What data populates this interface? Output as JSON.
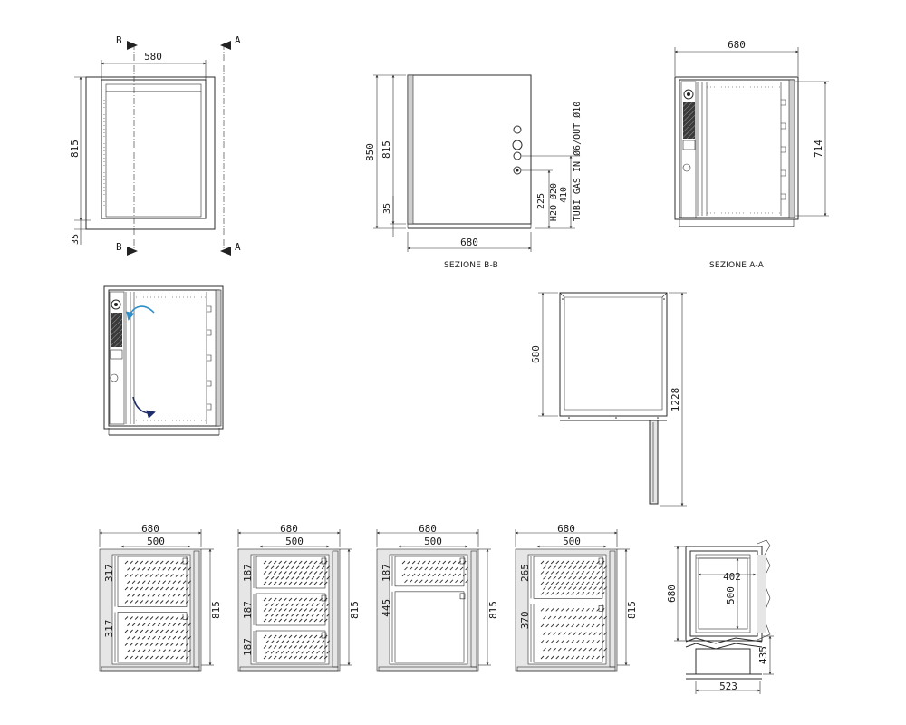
{
  "view_front": {
    "width": "580",
    "height": "815",
    "base": "35",
    "section_b_top": "B",
    "section_b_bottom": "B",
    "section_a_top": "A",
    "section_a_bottom": "A"
  },
  "section_bb": {
    "caption": "SEZIONE B-B",
    "total_height": "850",
    "body_height": "815",
    "base": "35",
    "depth": "680",
    "h2o_height": "225",
    "h2o_label": "H2O Ø20",
    "gas_height": "410",
    "gas_label": "TUBI GAS IN Ø6/OUT Ø10"
  },
  "section_aa": {
    "caption": "SEZIONE A-A",
    "width": "680",
    "height": "714"
  },
  "door_plan": {
    "depth": "680",
    "open_reach": "1228"
  },
  "drawer_configs": [
    {
      "width": "680",
      "inner": "500",
      "height": "815",
      "drawers": [
        "317",
        "317"
      ]
    },
    {
      "width": "680",
      "inner": "500",
      "height": "815",
      "drawers": [
        "187",
        "187",
        "187"
      ]
    },
    {
      "width": "680",
      "inner": "500",
      "height": "815",
      "drawers": [
        "187",
        "445"
      ]
    },
    {
      "width": "680",
      "inner": "500",
      "height": "815",
      "drawers": [
        "265",
        "370"
      ]
    }
  ],
  "drawer_side": {
    "depth": "680",
    "inner_depth": "402",
    "drawer_depth": "500",
    "extension": "435",
    "width": "523"
  }
}
